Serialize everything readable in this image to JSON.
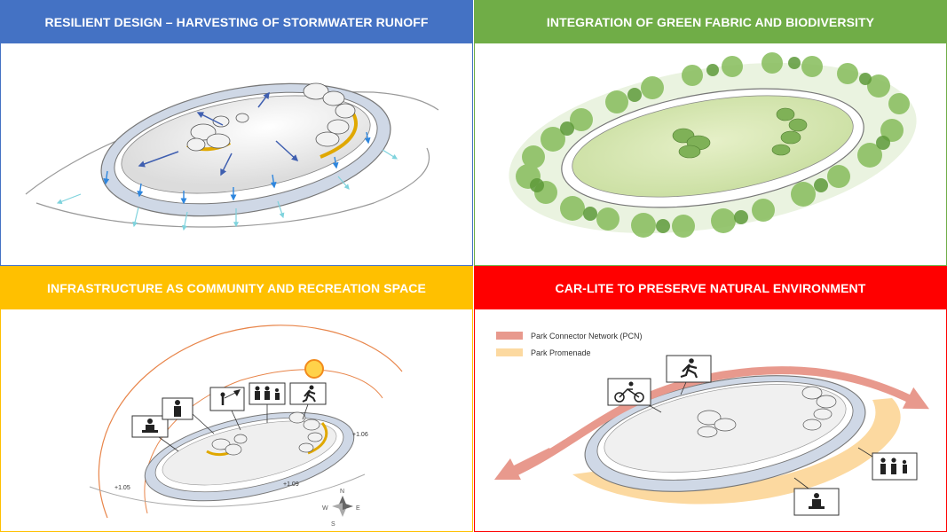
{
  "panels": {
    "stormwater": {
      "title": "RESILIENT DESIGN – HARVESTING OF STORMWATER RUNOFF",
      "accent": "#4472c4"
    },
    "green": {
      "title": "INTEGRATION OF GREEN FABRIC AND BIODIVERSITY",
      "accent": "#70ad47"
    },
    "community": {
      "title": "INFRASTRUCTURE AS COMMUNITY AND RECREATION SPACE",
      "accent": "#ffc000",
      "levels": [
        "+1.06",
        "+1.05",
        "+1.09"
      ],
      "compass": {
        "n": "N",
        "s": "S",
        "e": "E",
        "w": "W"
      }
    },
    "carlite": {
      "title": "CAR-LITE TO PRESERVE NATURAL ENVIRONMENT",
      "accent": "#ff0000",
      "legend": [
        {
          "label": "Park Connector Network (PCN)",
          "color": "#e8998d"
        },
        {
          "label": "Park Promenade",
          "color": "#fcd9a0"
        }
      ]
    }
  }
}
